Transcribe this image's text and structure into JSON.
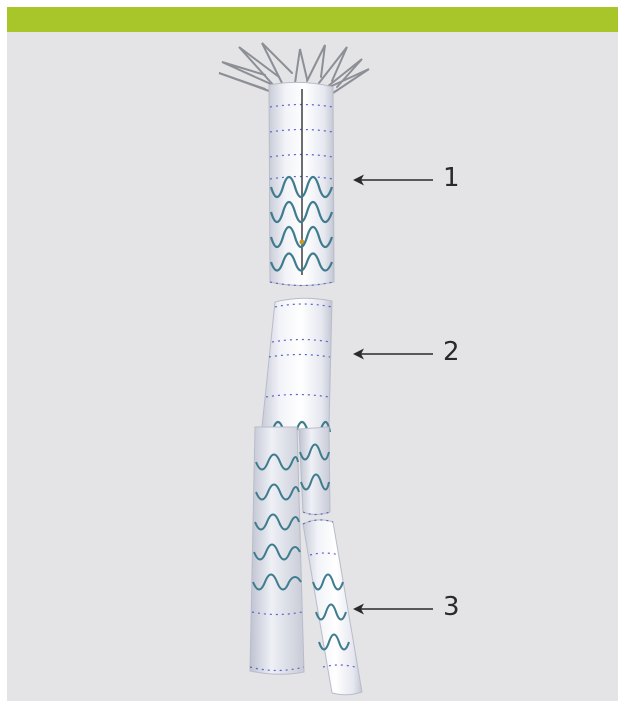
{
  "figure": {
    "accent_color": "#a8c62a",
    "background_color": "#e4e4e6",
    "subject": "stent-graft",
    "components": [
      {
        "label": "1"
      },
      {
        "label": "2"
      },
      {
        "label": "3"
      }
    ]
  }
}
